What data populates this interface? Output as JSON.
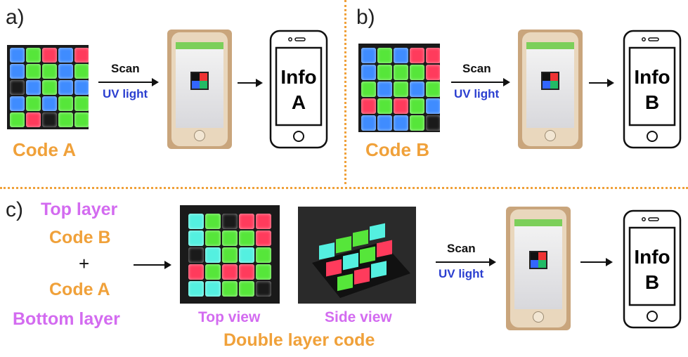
{
  "panels": {
    "a": {
      "label": "a)",
      "code_label": "Code A",
      "scan_label": "Scan",
      "uv_label": "UV light",
      "info_line1": "Info",
      "info_line2": "A"
    },
    "b": {
      "label": "b)",
      "code_label": "Code B",
      "scan_label": "Scan",
      "uv_label": "UV light",
      "info_line1": "Info",
      "info_line2": "B"
    },
    "c": {
      "label": "c)",
      "top_layer": "Top layer",
      "code_b": "Code B",
      "plus": "+",
      "code_a": "Code A",
      "bottom_layer": "Bottom layer",
      "top_view": "Top view",
      "side_view": "Side view",
      "double_layer": "Double layer code",
      "scan_label": "Scan",
      "uv_label": "UV light",
      "info_line1": "Info",
      "info_line2": "B"
    }
  },
  "colors": {
    "orange": "#f0a13a",
    "purple": "#d36bf0",
    "blue": "#2b3fd0",
    "cube_blue": "#3f8cff",
    "cube_green": "#56e63a",
    "cube_red": "#ff3b5c",
    "cube_cyan": "#54f0e0"
  }
}
